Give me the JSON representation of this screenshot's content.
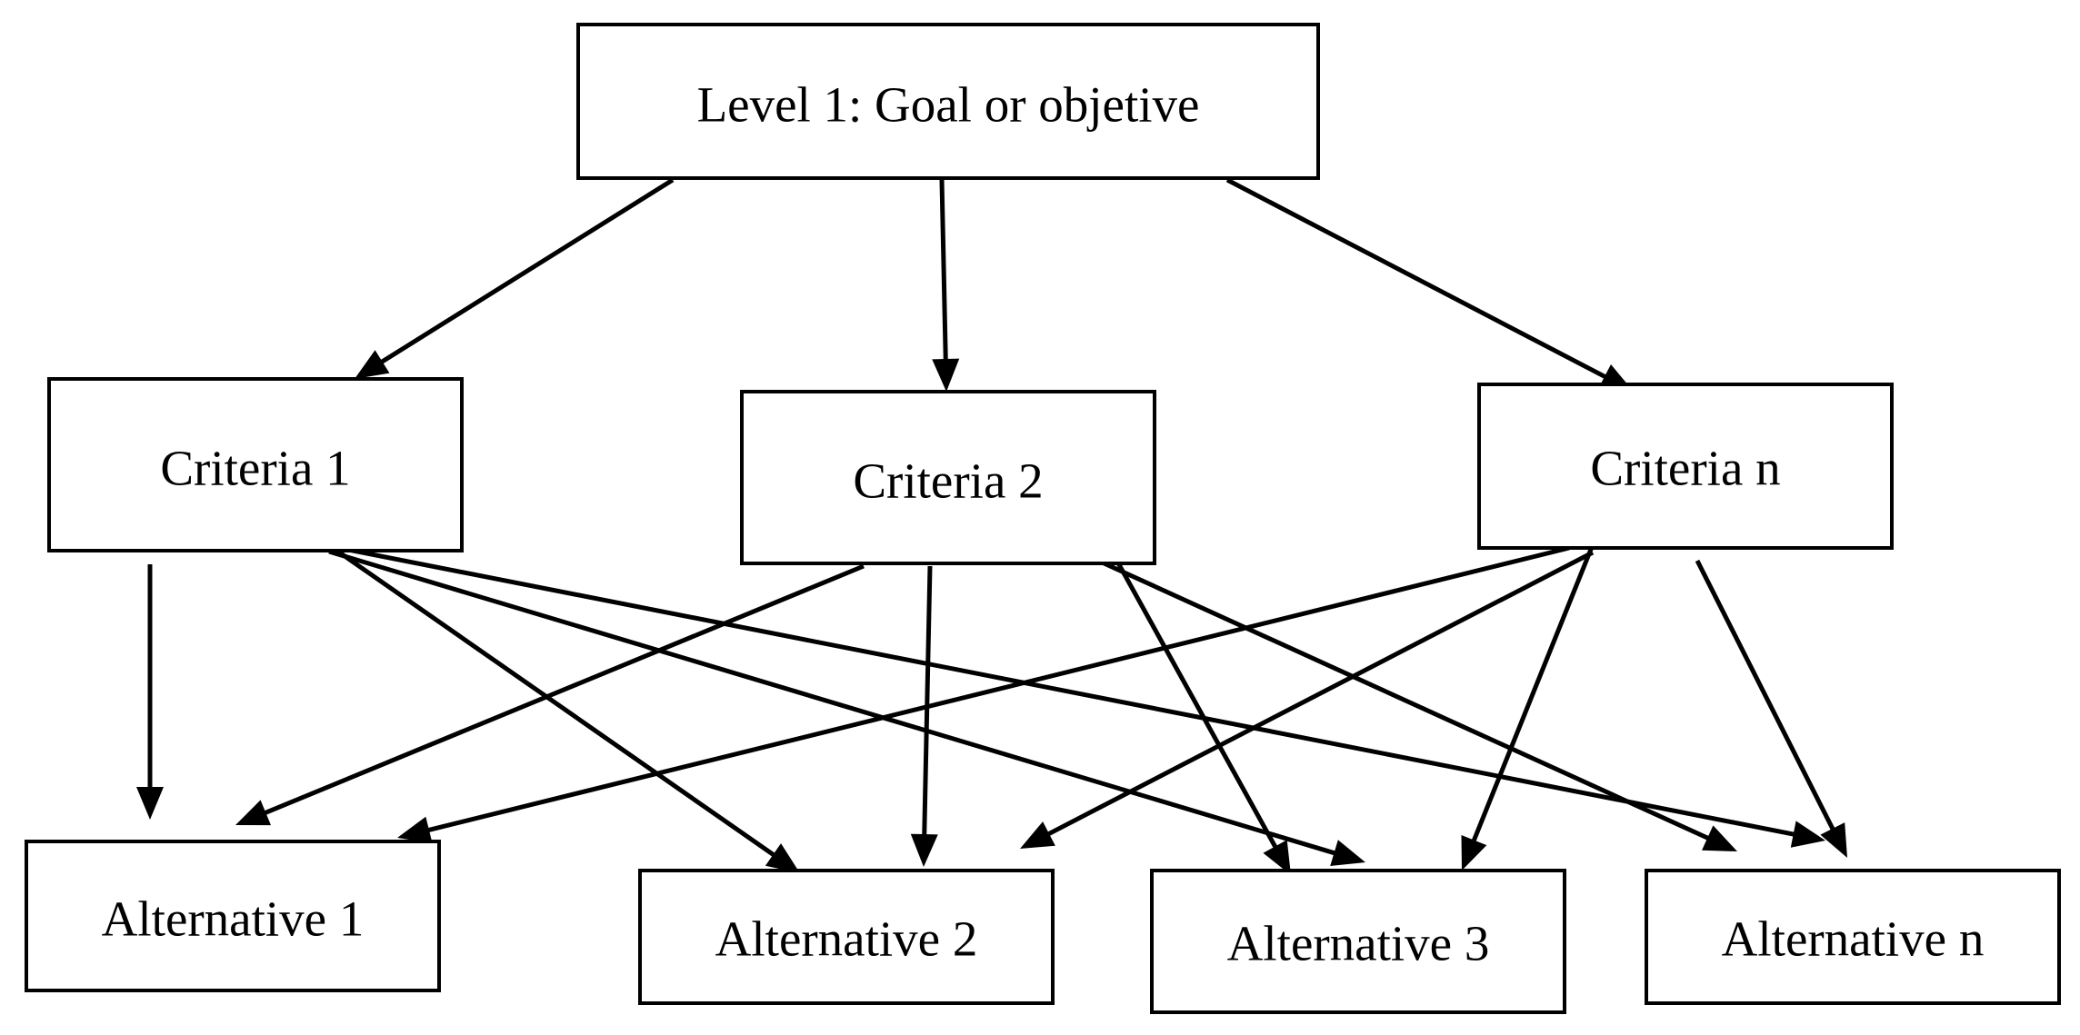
{
  "diagram": {
    "goal": {
      "label": "Level 1: Goal or objetive"
    },
    "criteria": [
      {
        "label": "Criteria 1"
      },
      {
        "label": "Criteria 2"
      },
      {
        "label": "Criteria n"
      }
    ],
    "alternatives": [
      {
        "label": "Alternative 1"
      },
      {
        "label": "Alternative 2"
      },
      {
        "label": "Alternative 3"
      },
      {
        "label": "Alternative n"
      }
    ],
    "edges": [
      {
        "from": "goal",
        "to": "criteria-1"
      },
      {
        "from": "goal",
        "to": "criteria-2"
      },
      {
        "from": "goal",
        "to": "criteria-n"
      },
      {
        "from": "criteria-1",
        "to": "alternative-1"
      },
      {
        "from": "criteria-1",
        "to": "alternative-2"
      },
      {
        "from": "criteria-1",
        "to": "alternative-3"
      },
      {
        "from": "criteria-1",
        "to": "alternative-n"
      },
      {
        "from": "criteria-2",
        "to": "alternative-1"
      },
      {
        "from": "criteria-2",
        "to": "alternative-2"
      },
      {
        "from": "criteria-2",
        "to": "alternative-3"
      },
      {
        "from": "criteria-2",
        "to": "alternative-n"
      },
      {
        "from": "criteria-n",
        "to": "alternative-1"
      },
      {
        "from": "criteria-n",
        "to": "alternative-2"
      },
      {
        "from": "criteria-n",
        "to": "alternative-3"
      },
      {
        "from": "criteria-n",
        "to": "alternative-n"
      }
    ]
  }
}
